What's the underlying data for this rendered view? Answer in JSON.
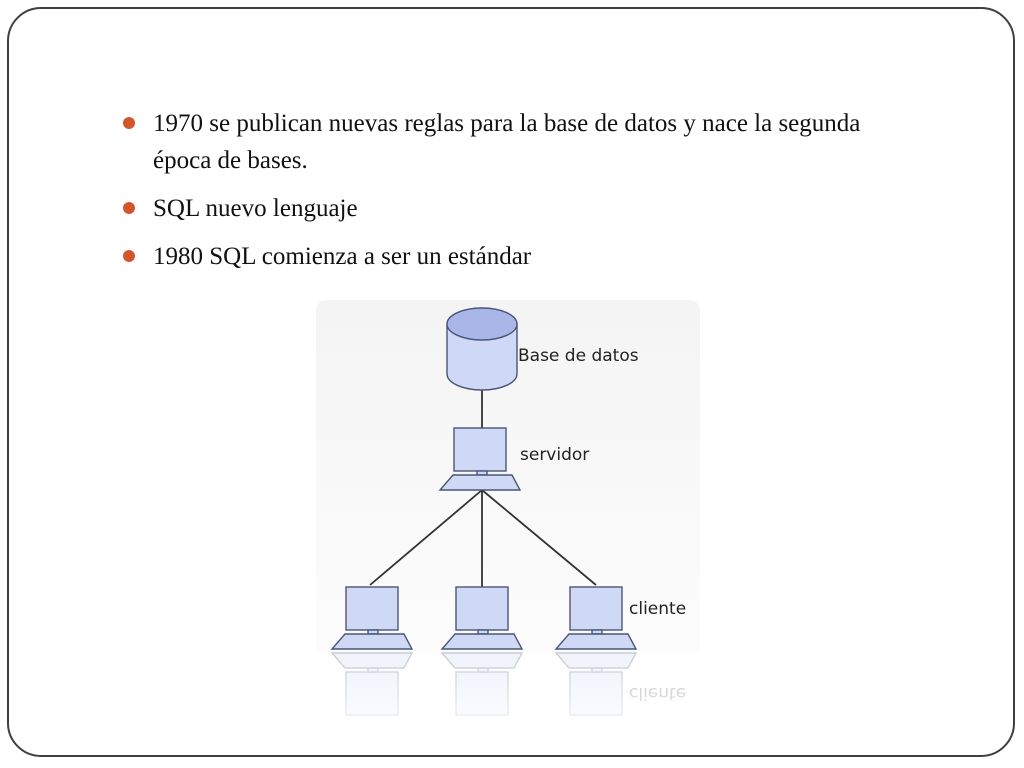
{
  "slide": {
    "bullets": [
      {
        "text": "1970 se publican nuevas reglas para la base de datos y nace la segunda época de bases."
      },
      {
        "text": "SQL nuevo lenguaje"
      },
      {
        "text": "1980 SQL comienza a ser un estándar"
      }
    ]
  },
  "diagram": {
    "database_label": "Base de datos",
    "server_label": "servidor",
    "client_label": "cliente",
    "mirrored_client_label": "cliente"
  },
  "colors": {
    "bullet": "#d2562b",
    "node_fill": "#cfd9f5",
    "cylinder_top": "#a9b7e8",
    "node_stroke": "#4a5578",
    "connector": "#333333"
  }
}
